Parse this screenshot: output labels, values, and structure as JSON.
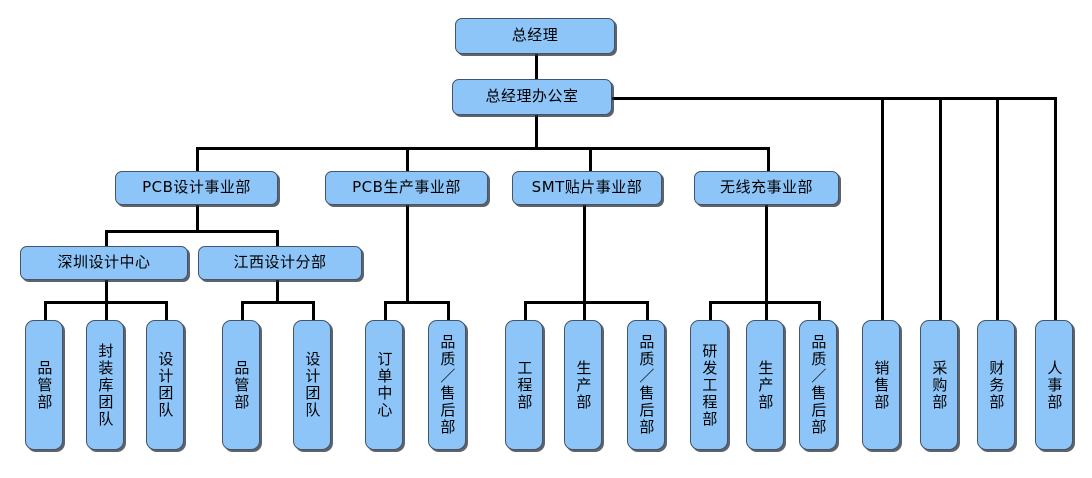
{
  "diagram": {
    "title_text": "总经理",
    "colors": {
      "node_fill": "#8EC5F8",
      "node_border": "#44546A",
      "connector": "#000000",
      "background": "#FFFFFF",
      "text": "#000000"
    }
  },
  "nodes": {
    "gm": {
      "label": "总经理"
    },
    "gm_office": {
      "label": "总经理办公室"
    },
    "div_pcb_design": {
      "label": "PCB设计事业部"
    },
    "div_pcb_production": {
      "label": "PCB生产事业部"
    },
    "div_smt": {
      "label": "SMT贴片事业部"
    },
    "div_wireless": {
      "label": "无线充事业部"
    },
    "center_shenzhen": {
      "label": "深圳设计中心"
    },
    "center_jiangxi": {
      "label": "江西设计分部"
    }
  },
  "leaves": {
    "shenzhen": [
      {
        "label": "品管部"
      },
      {
        "label": "封装库团队"
      },
      {
        "label": "设计团队"
      }
    ],
    "jiangxi": [
      {
        "label": "品管部"
      },
      {
        "label": "设计团队"
      }
    ],
    "pcb_production": [
      {
        "label": "订单中心"
      },
      {
        "label": "品质／售后部"
      }
    ],
    "smt": [
      {
        "label": "工程部"
      },
      {
        "label": "生产部"
      },
      {
        "label": "品质／售后部"
      }
    ],
    "wireless": [
      {
        "label": "研发工程部"
      },
      {
        "label": "生产部"
      },
      {
        "label": "品质／售后部"
      }
    ],
    "direct": [
      {
        "label": "销售部"
      },
      {
        "label": "采购部"
      },
      {
        "label": "财务部"
      },
      {
        "label": "人事部"
      }
    ]
  }
}
